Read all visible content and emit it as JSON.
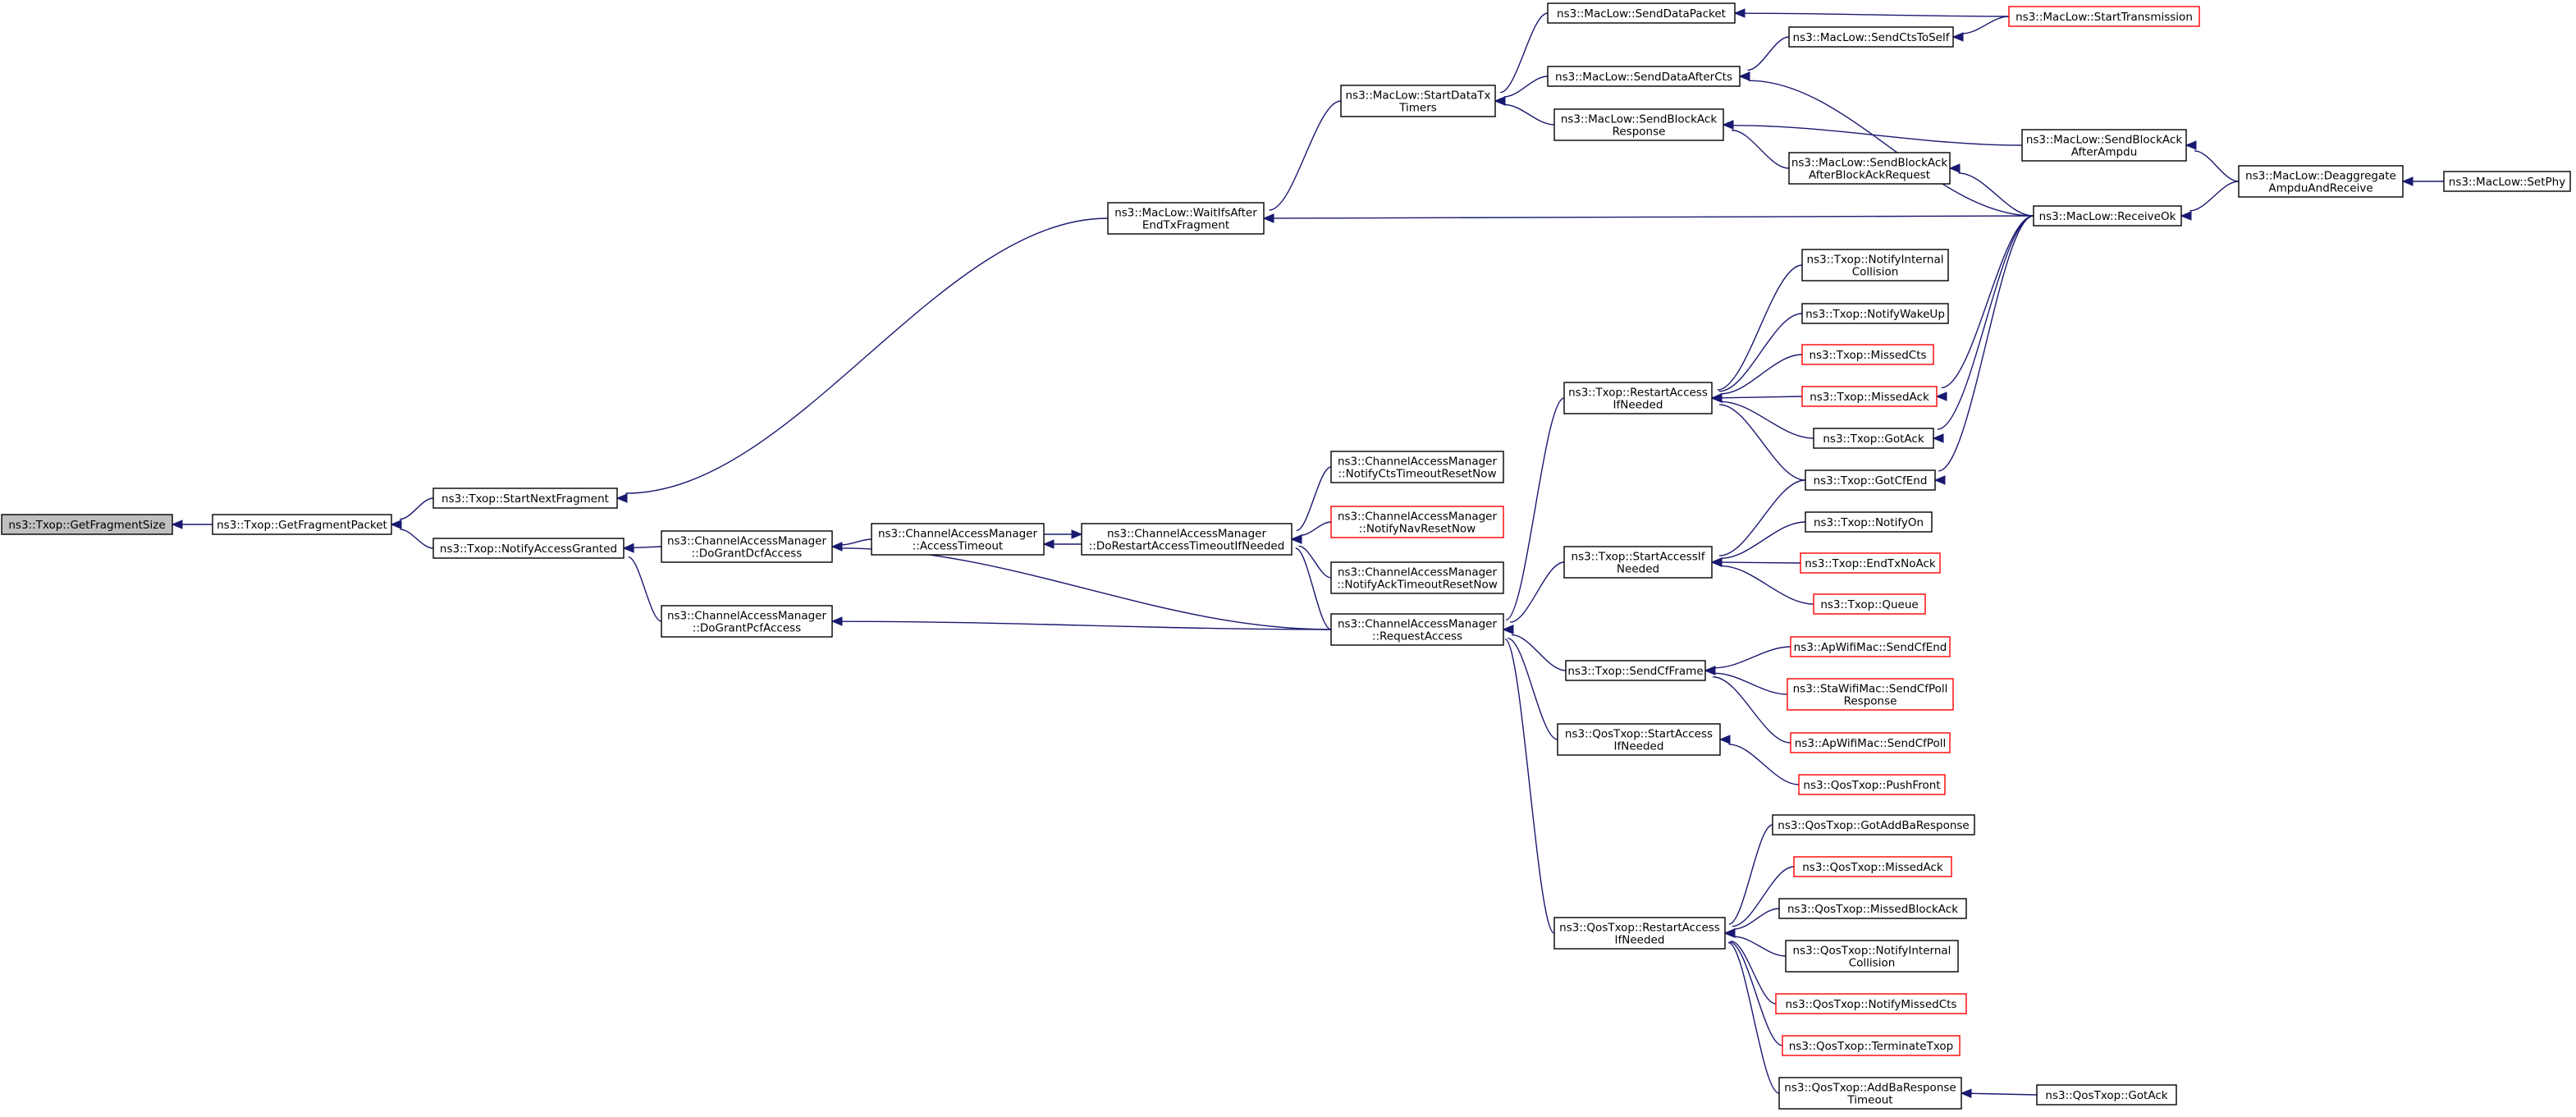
{
  "nodes": [
    {
      "id": "n_getfragsize",
      "lines": [
        "ns3::Txop::GetFragmentSize"
      ],
      "style": "current"
    },
    {
      "id": "n_getfragpacket",
      "lines": [
        "ns3::Txop::GetFragmentPacket"
      ],
      "style": "black"
    },
    {
      "id": "n_startnextfrag",
      "lines": [
        "ns3::Txop::StartNextFragment"
      ],
      "style": "black"
    },
    {
      "id": "n_notifyaccessgranted",
      "lines": [
        "ns3::Txop::NotifyAccessGranted"
      ],
      "style": "black"
    },
    {
      "id": "n_waitifs",
      "lines": [
        "ns3::MacLow::WaitIfsAfter",
        "EndTxFragment"
      ],
      "style": "black"
    },
    {
      "id": "n_dograntdcf",
      "lines": [
        "ns3::ChannelAccessManager",
        "::DoGrantDcfAccess"
      ],
      "style": "black"
    },
    {
      "id": "n_dograntpcf",
      "lines": [
        "ns3::ChannelAccessManager",
        "::DoGrantPcfAccess"
      ],
      "style": "black"
    },
    {
      "id": "n_accesstimeout",
      "lines": [
        "ns3::ChannelAccessManager",
        "::AccessTimeout"
      ],
      "style": "black"
    },
    {
      "id": "n_dorestart",
      "lines": [
        "ns3::ChannelAccessManager",
        "::DoRestartAccessTimeoutIfNeeded"
      ],
      "style": "black"
    },
    {
      "id": "n_notifyctstimeout",
      "lines": [
        "ns3::ChannelAccessManager",
        "::NotifyCtsTimeoutResetNow"
      ],
      "style": "black"
    },
    {
      "id": "n_notifynavreset",
      "lines": [
        "ns3::ChannelAccessManager",
        "::NotifyNavResetNow"
      ],
      "style": "red"
    },
    {
      "id": "n_notifyacktimeout",
      "lines": [
        "ns3::ChannelAccessManager",
        "::NotifyAckTimeoutResetNow"
      ],
      "style": "black"
    },
    {
      "id": "n_requestaccess",
      "lines": [
        "ns3::ChannelAccessManager",
        "::RequestAccess"
      ],
      "style": "black"
    },
    {
      "id": "n_startdatatx",
      "lines": [
        "ns3::MacLow::StartDataTx",
        "Timers"
      ],
      "style": "black"
    },
    {
      "id": "n_senddatapacket",
      "lines": [
        "ns3::MacLow::SendDataPacket"
      ],
      "style": "black"
    },
    {
      "id": "n_senddataaftercts",
      "lines": [
        "ns3::MacLow::SendDataAfterCts"
      ],
      "style": "black"
    },
    {
      "id": "n_sendblockackresp",
      "lines": [
        "ns3::MacLow::SendBlockAck",
        "Response"
      ],
      "style": "black"
    },
    {
      "id": "n_sendctstoself",
      "lines": [
        "ns3::MacLow::SendCtsToSelf"
      ],
      "style": "black"
    },
    {
      "id": "n_sendblockackafterreq",
      "lines": [
        "ns3::MacLow::SendBlockAck",
        "AfterBlockAckRequest"
      ],
      "style": "black"
    },
    {
      "id": "n_starttransmission",
      "lines": [
        "ns3::MacLow::StartTransmission"
      ],
      "style": "red"
    },
    {
      "id": "n_sendblockackafterampdu",
      "lines": [
        "ns3::MacLow::SendBlockAck",
        "AfterAmpdu"
      ],
      "style": "black"
    },
    {
      "id": "n_receiveok",
      "lines": [
        "ns3::MacLow::ReceiveOk"
      ],
      "style": "black"
    },
    {
      "id": "n_deaggregate",
      "lines": [
        "ns3::MacLow::Deaggregate",
        "AmpduAndReceive"
      ],
      "style": "black"
    },
    {
      "id": "n_setphy",
      "lines": [
        "ns3::MacLow::SetPhy"
      ],
      "style": "black"
    },
    {
      "id": "n_restartaccess",
      "lines": [
        "ns3::Txop::RestartAccess",
        "IfNeeded"
      ],
      "style": "black"
    },
    {
      "id": "n_notifyinternalcoll",
      "lines": [
        "ns3::Txop::NotifyInternal",
        "Collision"
      ],
      "style": "black"
    },
    {
      "id": "n_notifywakeup",
      "lines": [
        "ns3::Txop::NotifyWakeUp"
      ],
      "style": "black"
    },
    {
      "id": "n_missedcts",
      "lines": [
        "ns3::Txop::MissedCts"
      ],
      "style": "red"
    },
    {
      "id": "n_missedack",
      "lines": [
        "ns3::Txop::MissedAck"
      ],
      "style": "red"
    },
    {
      "id": "n_gotack",
      "lines": [
        "ns3::Txop::GotAck"
      ],
      "style": "black"
    },
    {
      "id": "n_gotcfend",
      "lines": [
        "ns3::Txop::GotCfEnd"
      ],
      "style": "black"
    },
    {
      "id": "n_startaccessif",
      "lines": [
        "ns3::Txop::StartAccessIf",
        "Needed"
      ],
      "style": "black"
    },
    {
      "id": "n_notifyon",
      "lines": [
        "ns3::Txop::NotifyOn"
      ],
      "style": "black"
    },
    {
      "id": "n_endtxnoack",
      "lines": [
        "ns3::Txop::EndTxNoAck"
      ],
      "style": "red"
    },
    {
      "id": "n_queue",
      "lines": [
        "ns3::Txop::Queue"
      ],
      "style": "red"
    },
    {
      "id": "n_sendcfframe",
      "lines": [
        "ns3::Txop::SendCfFrame"
      ],
      "style": "black"
    },
    {
      "id": "n_apsendcfend",
      "lines": [
        "ns3::ApWifiMac::SendCfEnd"
      ],
      "style": "red"
    },
    {
      "id": "n_stasendcfpoll",
      "lines": [
        "ns3::StaWifiMac::SendCfPoll",
        "Response"
      ],
      "style": "red"
    },
    {
      "id": "n_apsendcfpoll",
      "lines": [
        "ns3::ApWifiMac::SendCfPoll"
      ],
      "style": "red"
    },
    {
      "id": "n_qosstartaccess",
      "lines": [
        "ns3::QosTxop::StartAccess",
        "IfNeeded"
      ],
      "style": "black"
    },
    {
      "id": "n_qospushfront",
      "lines": [
        "ns3::QosTxop::PushFront"
      ],
      "style": "red"
    },
    {
      "id": "n_qosrestartaccess",
      "lines": [
        "ns3::QosTxop::RestartAccess",
        "IfNeeded"
      ],
      "style": "black"
    },
    {
      "id": "n_qosgotaddba",
      "lines": [
        "ns3::QosTxop::GotAddBaResponse"
      ],
      "style": "black"
    },
    {
      "id": "n_qosmissedack",
      "lines": [
        "ns3::QosTxop::MissedAck"
      ],
      "style": "red"
    },
    {
      "id": "n_qosmissedblockack",
      "lines": [
        "ns3::QosTxop::MissedBlockAck"
      ],
      "style": "black"
    },
    {
      "id": "n_qosnotifyinternal",
      "lines": [
        "ns3::QosTxop::NotifyInternal",
        "Collision"
      ],
      "style": "black"
    },
    {
      "id": "n_qosnotifymissedcts",
      "lines": [
        "ns3::QosTxop::NotifyMissedCts"
      ],
      "style": "red"
    },
    {
      "id": "n_qosterminate",
      "lines": [
        "ns3::QosTxop::TerminateTxop"
      ],
      "style": "red"
    },
    {
      "id": "n_qosaddbatimeout",
      "lines": [
        "ns3::QosTxop::AddBaResponse",
        "Timeout"
      ],
      "style": "black"
    },
    {
      "id": "n_qosgotack",
      "lines": [
        "ns3::QosTxop::GotAck"
      ],
      "style": "black"
    }
  ],
  "edges": [
    {
      "from": "n_getfragpacket",
      "to": "n_getfragsize"
    },
    {
      "from": "n_startnextfrag",
      "to": "n_getfragpacket"
    },
    {
      "from": "n_notifyaccessgranted",
      "to": "n_getfragpacket"
    },
    {
      "from": "n_waitifs",
      "to": "n_startnextfrag"
    },
    {
      "from": "n_dograntdcf",
      "to": "n_notifyaccessgranted"
    },
    {
      "from": "n_dograntpcf",
      "to": "n_notifyaccessgranted"
    },
    {
      "from": "n_startdatatx",
      "to": "n_waitifs"
    },
    {
      "from": "n_receiveok",
      "to": "n_waitifs"
    },
    {
      "from": "n_accesstimeout",
      "to": "n_dograntdcf"
    },
    {
      "from": "n_requestaccess",
      "to": "n_dograntdcf"
    },
    {
      "from": "n_requestaccess",
      "to": "n_dograntpcf"
    },
    {
      "from": "n_dorestart",
      "to": "n_accesstimeout"
    },
    {
      "from": "n_accesstimeout",
      "to": "n_dorestart"
    },
    {
      "from": "n_notifyctstimeout",
      "to": "n_dorestart"
    },
    {
      "from": "n_notifynavreset",
      "to": "n_dorestart"
    },
    {
      "from": "n_notifyacktimeout",
      "to": "n_dorestart"
    },
    {
      "from": "n_requestaccess",
      "to": "n_dorestart"
    },
    {
      "from": "n_senddatapacket",
      "to": "n_startdatatx"
    },
    {
      "from": "n_senddataaftercts",
      "to": "n_startdatatx"
    },
    {
      "from": "n_sendblockackresp",
      "to": "n_startdatatx"
    },
    {
      "from": "n_starttransmission",
      "to": "n_senddatapacket"
    },
    {
      "from": "n_sendctstoself",
      "to": "n_senddataaftercts"
    },
    {
      "from": "n_receiveok",
      "to": "n_senddataaftercts"
    },
    {
      "from": "n_starttransmission",
      "to": "n_sendctstoself"
    },
    {
      "from": "n_sendblockackafterampdu",
      "to": "n_sendblockackresp"
    },
    {
      "from": "n_sendblockackafterreq",
      "to": "n_sendblockackresp"
    },
    {
      "from": "n_receiveok",
      "to": "n_sendblockackafterreq"
    },
    {
      "from": "n_deaggregate",
      "to": "n_sendblockackafterampdu"
    },
    {
      "from": "n_deaggregate",
      "to": "n_receiveok"
    },
    {
      "from": "n_setphy",
      "to": "n_deaggregate"
    },
    {
      "from": "n_restartaccess",
      "to": "n_requestaccess"
    },
    {
      "from": "n_startaccessif",
      "to": "n_requestaccess"
    },
    {
      "from": "n_sendcfframe",
      "to": "n_requestaccess"
    },
    {
      "from": "n_qosstartaccess",
      "to": "n_requestaccess"
    },
    {
      "from": "n_qosrestartaccess",
      "to": "n_requestaccess"
    },
    {
      "from": "n_notifyinternalcoll",
      "to": "n_restartaccess"
    },
    {
      "from": "n_notifywakeup",
      "to": "n_restartaccess"
    },
    {
      "from": "n_missedcts",
      "to": "n_restartaccess"
    },
    {
      "from": "n_missedack",
      "to": "n_restartaccess"
    },
    {
      "from": "n_gotack",
      "to": "n_restartaccess"
    },
    {
      "from": "n_gotcfend",
      "to": "n_restartaccess"
    },
    {
      "from": "n_receiveok",
      "to": "n_missedack"
    },
    {
      "from": "n_receiveok",
      "to": "n_gotack"
    },
    {
      "from": "n_receiveok",
      "to": "n_gotcfend"
    },
    {
      "from": "n_gotcfend",
      "to": "n_startaccessif"
    },
    {
      "from": "n_notifyon",
      "to": "n_startaccessif"
    },
    {
      "from": "n_endtxnoack",
      "to": "n_startaccessif"
    },
    {
      "from": "n_queue",
      "to": "n_startaccessif"
    },
    {
      "from": "n_apsendcfend",
      "to": "n_sendcfframe"
    },
    {
      "from": "n_stasendcfpoll",
      "to": "n_sendcfframe"
    },
    {
      "from": "n_apsendcfpoll",
      "to": "n_sendcfframe"
    },
    {
      "from": "n_qospushfront",
      "to": "n_qosstartaccess"
    },
    {
      "from": "n_qosgotaddba",
      "to": "n_qosrestartaccess"
    },
    {
      "from": "n_qosmissedack",
      "to": "n_qosrestartaccess"
    },
    {
      "from": "n_qosmissedblockack",
      "to": "n_qosrestartaccess"
    },
    {
      "from": "n_qosnotifyinternal",
      "to": "n_qosrestartaccess"
    },
    {
      "from": "n_qosnotifymissedcts",
      "to": "n_qosrestartaccess"
    },
    {
      "from": "n_qosterminate",
      "to": "n_qosrestartaccess"
    },
    {
      "from": "n_qosaddbatimeout",
      "to": "n_qosrestartaccess"
    },
    {
      "from": "n_qosgotack",
      "to": "n_qosaddbatimeout"
    }
  ],
  "colors": {
    "edge": "#191970",
    "node_border": "#000000",
    "node_border_link_missing": "#ff0000",
    "current_fill": "#bfbfbf"
  }
}
